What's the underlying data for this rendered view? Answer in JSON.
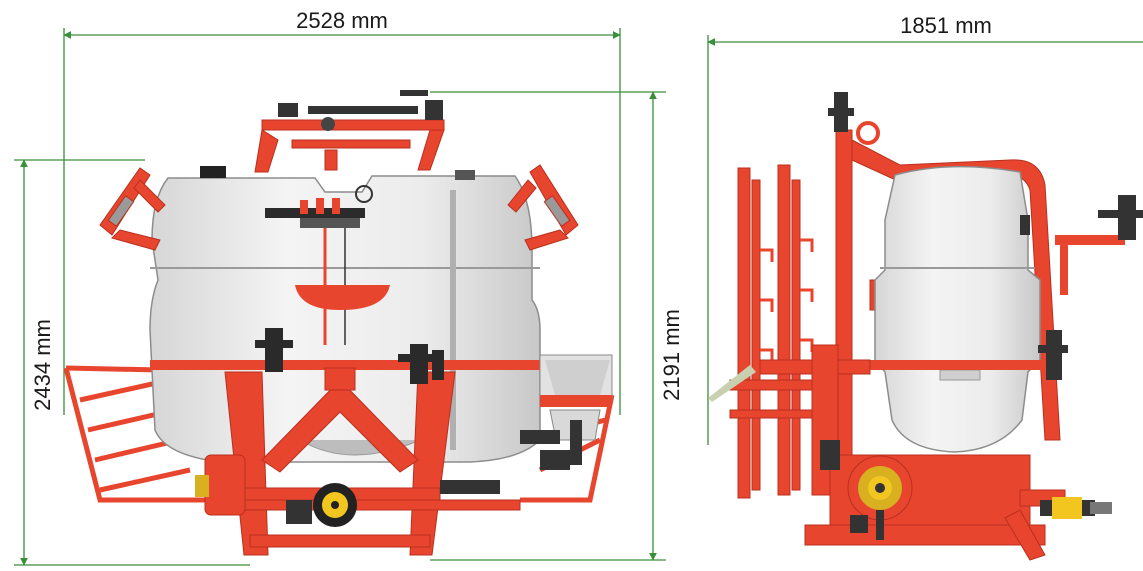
{
  "dimensions": {
    "front_width": "2528 mm",
    "front_height": "2434 mm",
    "side_width": "1851 mm",
    "side_height": "2191 mm"
  },
  "colors": {
    "frame": "#e8452f",
    "frame_dark": "#b92f1f",
    "tank": "#ececec",
    "tank_shadow": "#c9c9c9",
    "dimension_line": "#3a8f3a",
    "pump_yellow": "#f2c61f",
    "black": "#222222"
  }
}
